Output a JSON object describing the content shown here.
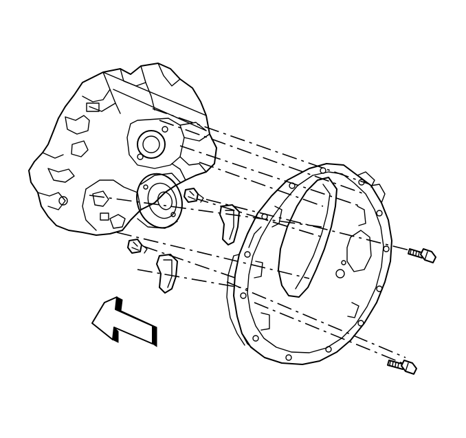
{
  "diagram": {
    "parts": [
      {
        "id": "transmission-case",
        "label": ""
      },
      {
        "id": "clutch-housing",
        "label": ""
      },
      {
        "id": "housing-bolt-upper",
        "label": ""
      },
      {
        "id": "housing-bolt-lower",
        "label": ""
      },
      {
        "id": "case-nut-upper",
        "label": ""
      },
      {
        "id": "case-nut-lower",
        "label": ""
      },
      {
        "id": "shim-clip-upper",
        "label": ""
      },
      {
        "id": "shim-clip-lower",
        "label": ""
      },
      {
        "id": "direction-arrow",
        "label": ""
      }
    ],
    "colors": {
      "ink": "#000000",
      "paper": "#ffffff"
    }
  }
}
